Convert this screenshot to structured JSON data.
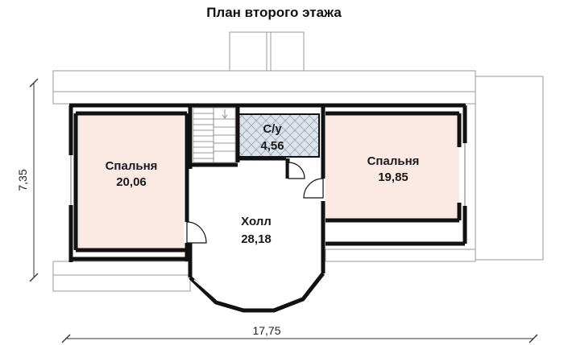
{
  "title": "План второго этажа",
  "rooms": {
    "bedroom_left": {
      "name": "Спальня",
      "area": "20,06"
    },
    "bedroom_right": {
      "name": "Спальня",
      "area": "19,85"
    },
    "bathroom": {
      "name": "С/у",
      "area": "4,56"
    },
    "hall": {
      "name": "Холл",
      "area": "28,18"
    }
  },
  "dimensions": {
    "width": "17,75",
    "height": "7,35"
  },
  "colors": {
    "bedroom_fill": "#fbe9e3",
    "bathroom_fill": "#dde3ea",
    "wall": "#111111",
    "outline": "#9a9a9a"
  }
}
